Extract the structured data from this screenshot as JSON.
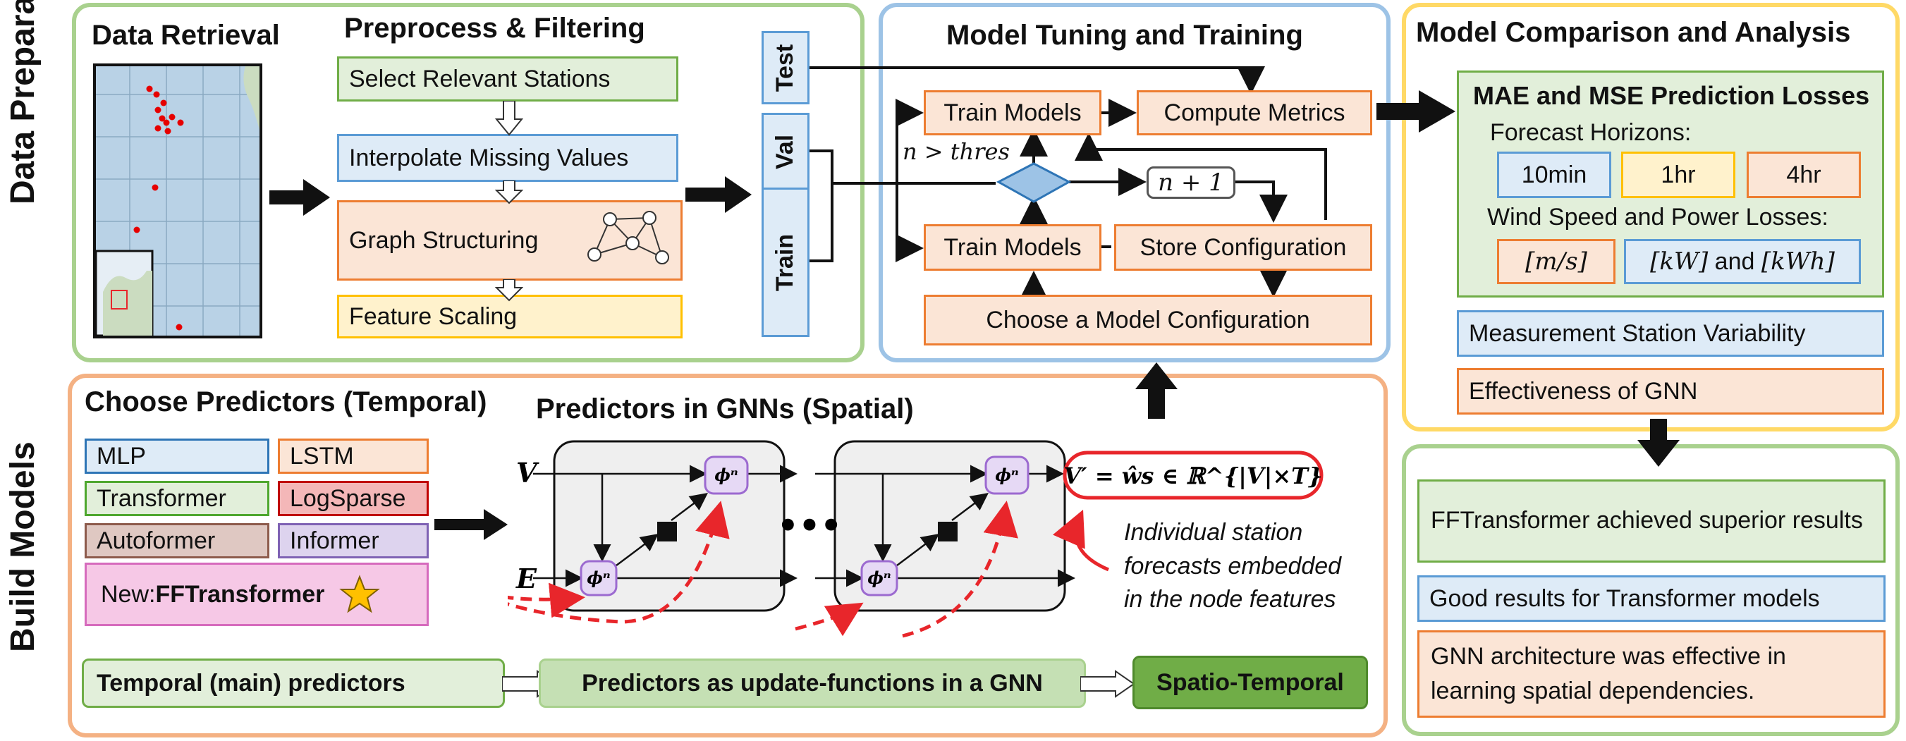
{
  "side_labels": {
    "top": "Data Preparation",
    "bottom": "Build Models"
  },
  "data_prep": {
    "retrieval_title": "Data Retrieval",
    "preprocess_title": "Preprocess & Filtering",
    "steps": [
      "Select Relevant Stations",
      "Interpolate Missing Values",
      "Graph Structuring",
      "Feature Scaling"
    ],
    "splits": [
      "Test",
      "Val",
      "Train"
    ]
  },
  "training": {
    "title": "Model Tuning and Training",
    "train_models": "Train Models",
    "compute_metrics": "Compute Metrics",
    "threshold": "n > thres",
    "increment": "n + 1",
    "store_config": "Store Configuration",
    "choose_config": "Choose a Model Configuration"
  },
  "comparison": {
    "title": "Model Comparison and Analysis",
    "losses_title": "MAE and MSE Prediction Losses",
    "horizons_label": "Forecast Horizons:",
    "horizons": [
      "10min",
      "1hr",
      "4hr"
    ],
    "losses_label": "Wind Speed and Power Losses:",
    "unit_speed": "[m/s]",
    "unit_kw": "[kW]",
    "unit_and": "and",
    "unit_kwh": "[kWh]",
    "station_variability": "Measurement Station Variability",
    "gnn_effectiveness": "Effectiveness of GNN"
  },
  "conclusions": [
    "FFTransformer achieved superior results",
    "Good results for Transformer models",
    "GNN architecture was effective in learning spatial dependencies."
  ],
  "build": {
    "predictors_title": "Choose Predictors (Temporal)",
    "gnn_title": "Predictors in GNNs (Spatial)",
    "models": [
      "MLP",
      "LSTM",
      "Transformer",
      "LogSparse",
      "Autoformer",
      "Informer"
    ],
    "new_prefix": "New: ",
    "new_model": "FFTransformer",
    "graph_v": "V",
    "graph_e": "E",
    "phi": "ϕⁿ",
    "dots": "•••",
    "output_formula": "V′ = ŵs ∈ ℝ^{|V|×T}",
    "annotation": [
      "Individual station",
      "forecasts embedded",
      "in the node features"
    ],
    "pipeline": [
      "Temporal (main) predictors",
      "Predictors as update-functions in a GNN",
      "Spatio-Temporal"
    ]
  },
  "colors": {
    "panel_green": "#a9d18e",
    "panel_blue": "#9dc3e6",
    "panel_yellow": "#ffd966",
    "panel_orange": "#f4b183",
    "red_dash": "#e8262b",
    "map_sea": "#b9d2e6",
    "map_land": "#cbdcc0"
  }
}
